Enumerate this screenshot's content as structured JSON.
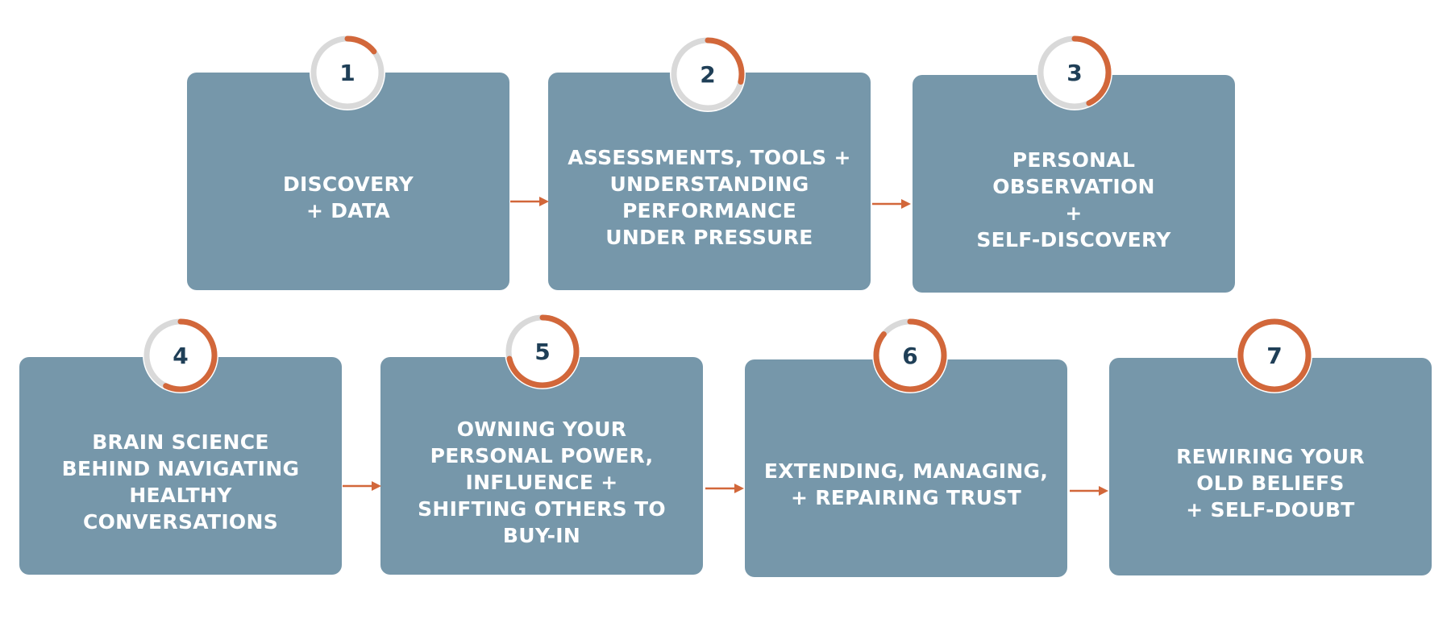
{
  "colors": {
    "card": "#7697AA",
    "accent": "#D2673A",
    "track": "#D9D9D9",
    "number": "#1F3F57"
  },
  "steps": [
    {
      "number": "1",
      "label": "DISCOVERY\n+ DATA",
      "progress": 0.143
    },
    {
      "number": "2",
      "label": "ASSESSMENTS, TOOLS +\nUNDERSTANDING\nPERFORMANCE\nUNDER PRESSURE",
      "progress": 0.286
    },
    {
      "number": "3",
      "label": "PERSONAL\nOBSERVATION\n+\nSELF-DISCOVERY",
      "progress": 0.429
    },
    {
      "number": "4",
      "label": "BRAIN SCIENCE\nBEHIND NAVIGATING\nHEALTHY\nCONVERSATIONS",
      "progress": 0.571
    },
    {
      "number": "5",
      "label": "OWNING YOUR\nPERSONAL POWER,\nINFLUENCE +\nSHIFTING OTHERS  TO\nBUY-IN",
      "progress": 0.714
    },
    {
      "number": "6",
      "label": "EXTENDING, MANAGING,\n+ REPAIRING  TRUST",
      "progress": 0.857
    },
    {
      "number": "7",
      "label": "REWIRING YOUR\nOLD BELIEFS\n+ SELF-DOUBT",
      "progress": 1.0
    }
  ]
}
